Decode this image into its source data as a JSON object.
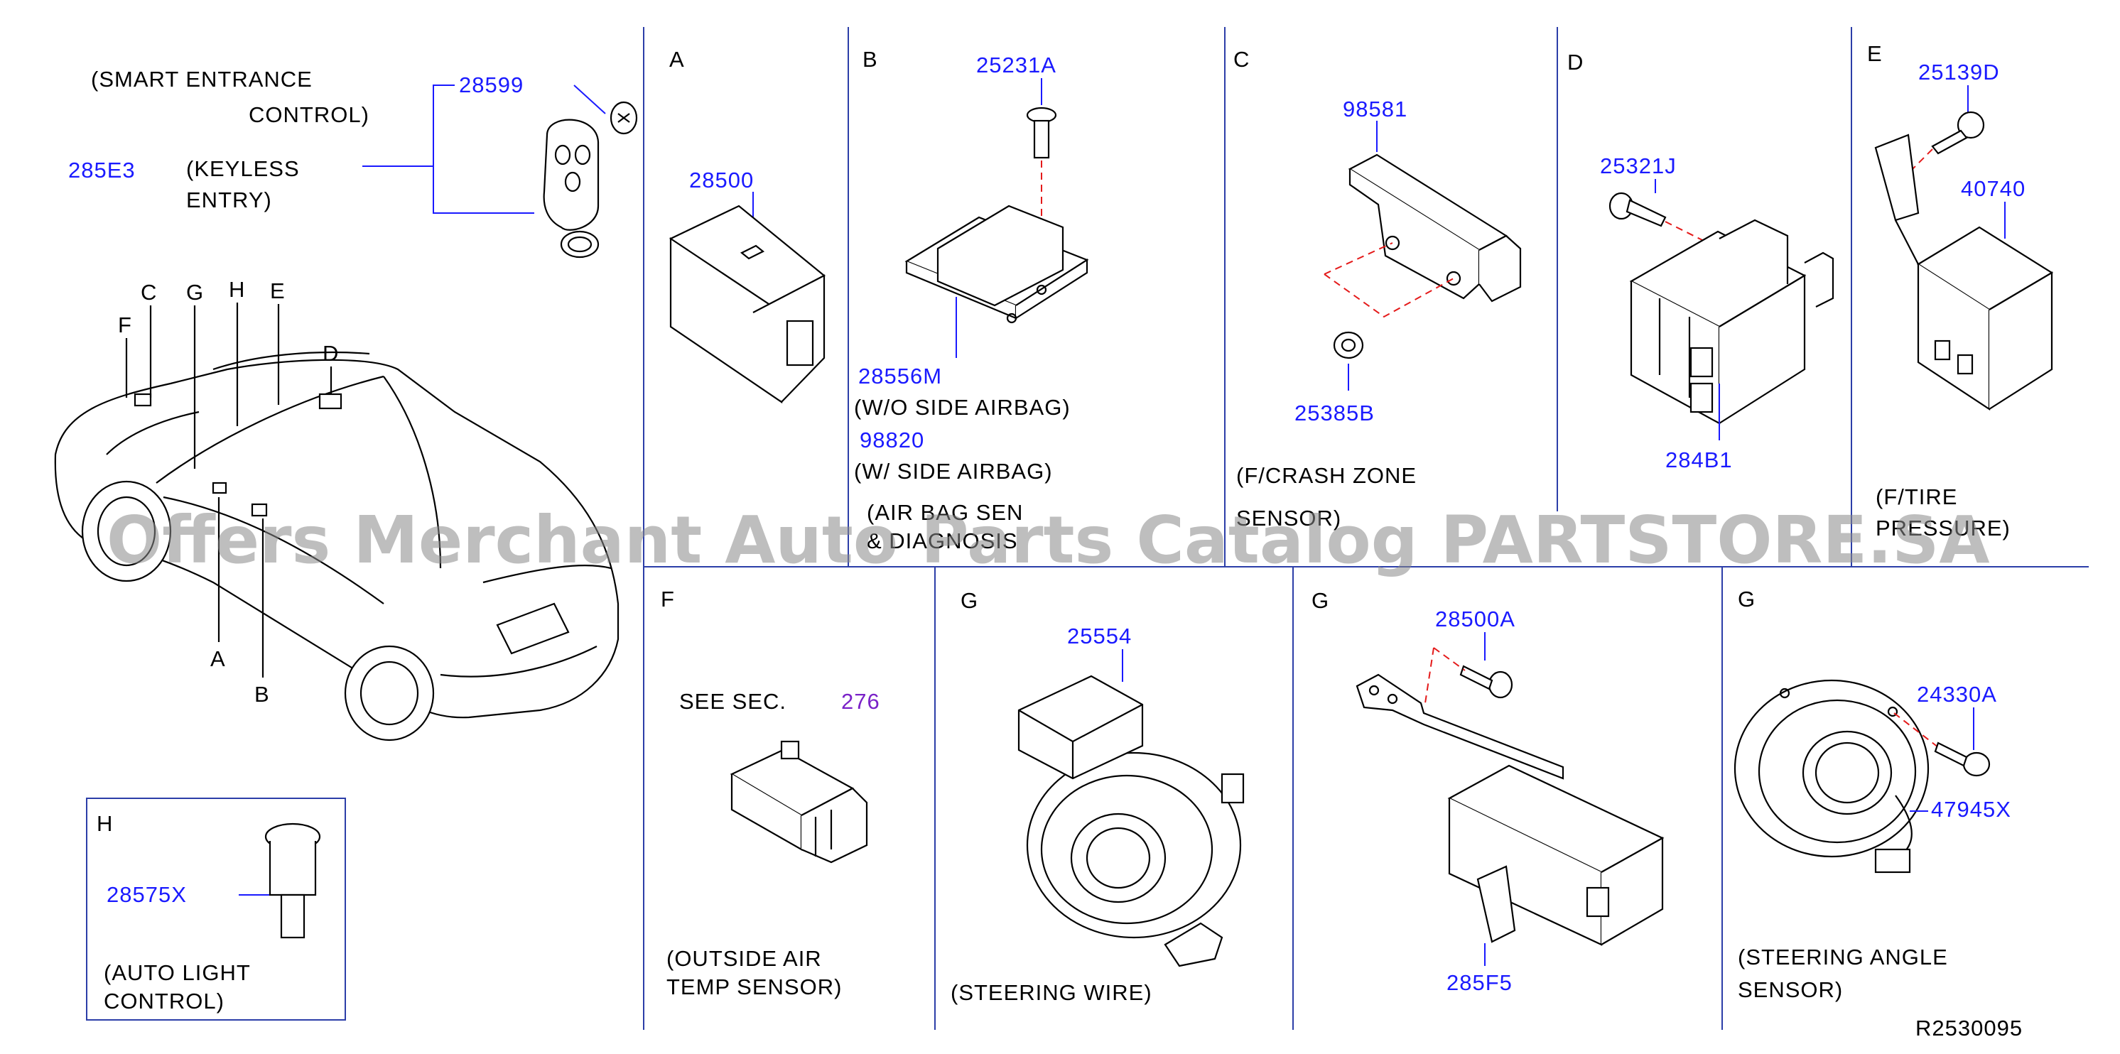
{
  "overview": {
    "smart_entrance_1": "(SMART   ENTRANCE",
    "smart_entrance_2": "CONTROL)",
    "keyless_1": "(KEYLESS",
    "keyless_2": "ENTRY)",
    "pn_28599": "28599",
    "pn_285E3": "285E3",
    "car_callouts": [
      "C",
      "G",
      "H",
      "E",
      "F",
      "D",
      "A",
      "B"
    ]
  },
  "panel_h": {
    "letter": "H",
    "pn": "28575X",
    "desc_1": "(AUTO   LIGHT",
    "desc_2": "CONTROL)"
  },
  "panel_a": {
    "letter": "A",
    "pn": "28500"
  },
  "panel_b": {
    "letter": "B",
    "pn_bolt": "25231A",
    "pn_1": "28556M",
    "desc_1": "(W/O   SIDE   AIRBAG)",
    "pn_2": "98820",
    "desc_2": "(W/   SIDE   AIRBAG)",
    "desc_3a": "(AIR   BAG   SEN",
    "desc_3b": "&   DIAGNOSIS"
  },
  "panel_c": {
    "letter": "C",
    "pn_1": "98581",
    "pn_2": "25385B",
    "desc_1": "(F/CRASH   ZONE",
    "desc_2": "SENSOR)"
  },
  "panel_d": {
    "letter": "D",
    "pn_bolt": "25321J",
    "pn_unit": "284B1"
  },
  "panel_e": {
    "letter": "E",
    "pn_bolt": "25139D",
    "pn_unit": "40740",
    "desc_1": "(F/TIRE",
    "desc_2": "PRESSURE)"
  },
  "panel_f": {
    "letter": "F",
    "see_sec": "SEE   SEC.",
    "sec_num": "276",
    "desc_1": "(OUTSIDE   AIR",
    "desc_2": "TEMP   SENSOR)"
  },
  "panel_g1": {
    "letter": "G",
    "pn": "25554",
    "desc": "(STEERING   WIRE)"
  },
  "panel_g2": {
    "letter": "G",
    "pn_bolt": "28500A",
    "pn_unit": "285F5"
  },
  "panel_g3": {
    "letter": "G",
    "pn_bolt": "24330A",
    "pn_harness": "47945X",
    "desc_1": "(STEERING   ANGLE",
    "desc_2": "SENSOR)"
  },
  "diagram_ref": "R2530095",
  "watermark": "Offers Merchant Auto Parts Catalog PARTSTORE.SA"
}
